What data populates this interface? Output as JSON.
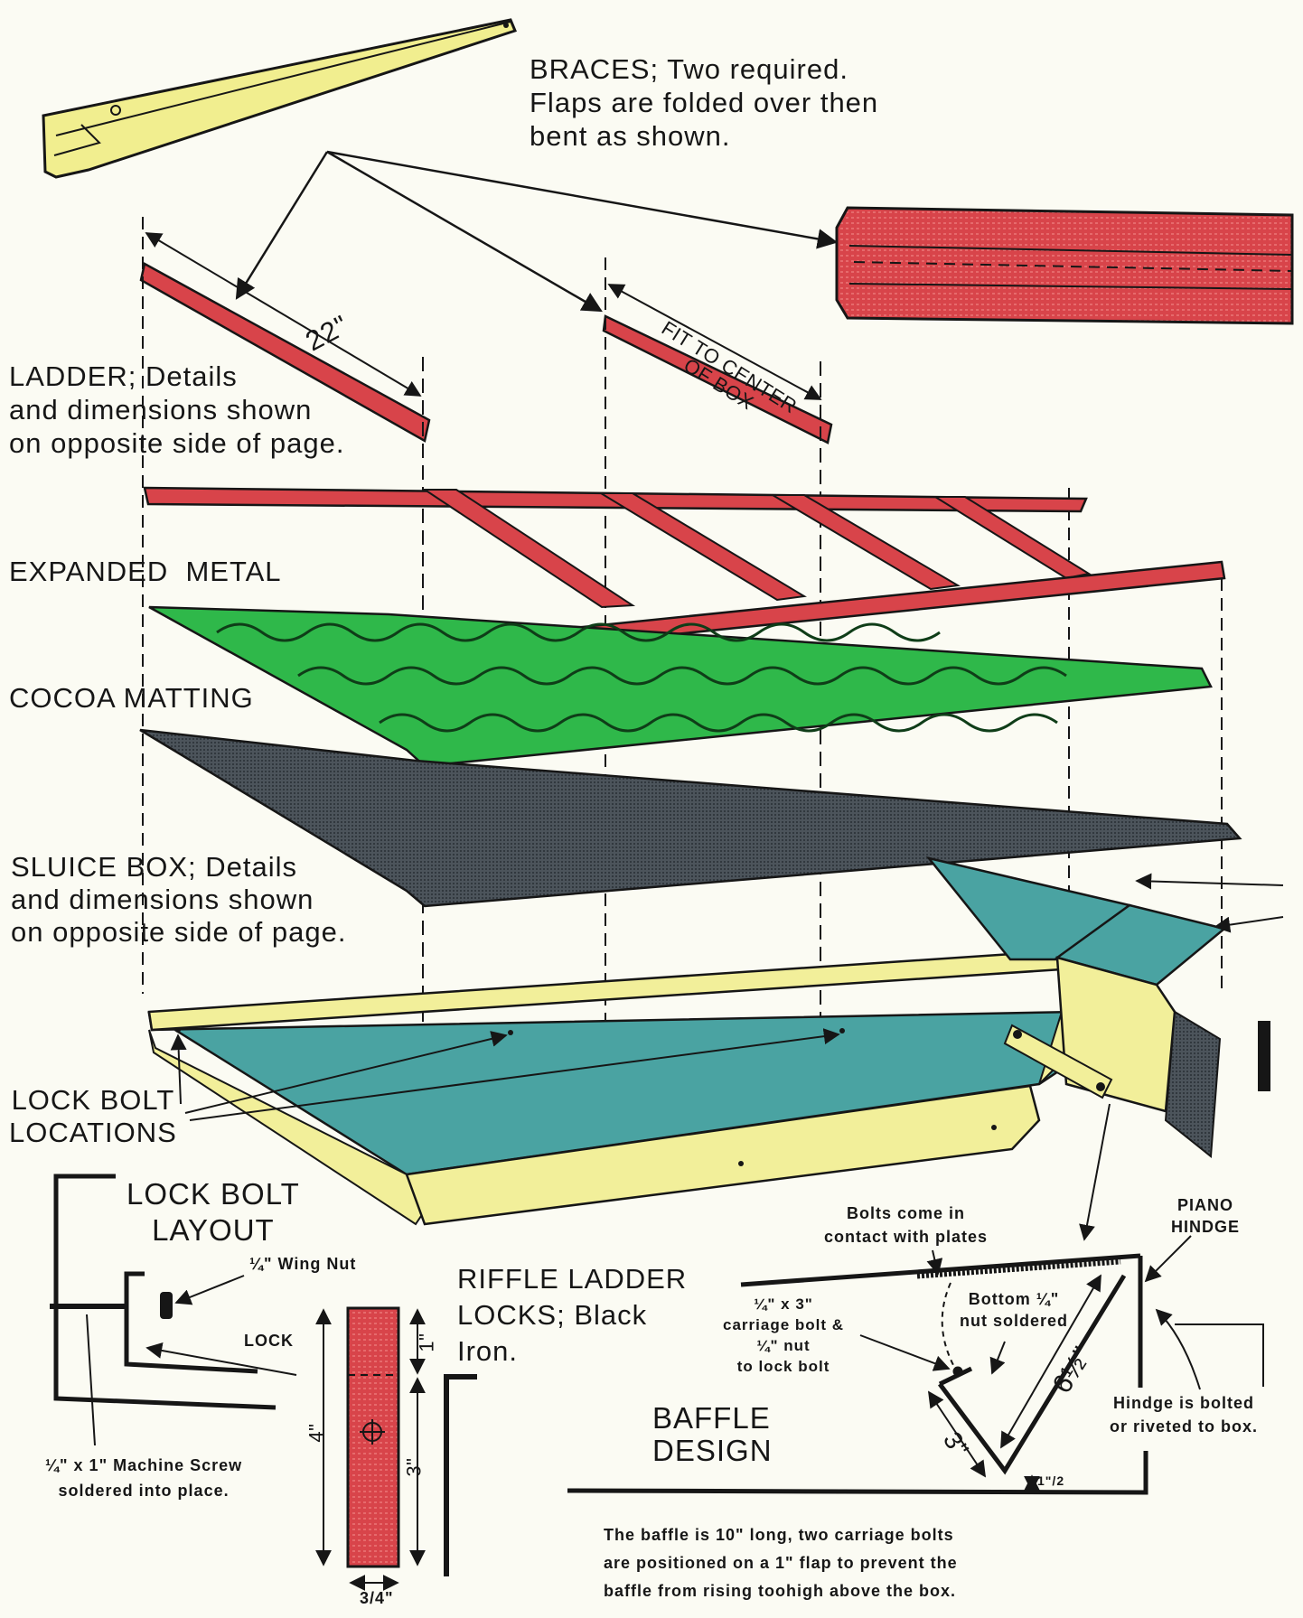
{
  "labels": {
    "braces": [
      "BRACES; Two required.",
      "Flaps are folded over then",
      "bent as shown."
    ],
    "ladder": [
      "LADDER; Details",
      "and dimensions shown",
      "on opposite side of page."
    ],
    "expanded_metal": "EXPANDED  METAL",
    "cocoa_matting": "COCOA MATTING",
    "sluice_box": [
      "SLUICE BOX; Details",
      "and dimensions shown",
      "on opposite side of page."
    ],
    "lock_bolt_locations": [
      "LOCK BOLT",
      "LOCATIONS"
    ],
    "lock_bolt_layout": [
      "LOCK BOLT",
      "LAYOUT"
    ],
    "wing_nut": "¼\" Wing Nut",
    "lock": "LOCK",
    "machine_screw": [
      "¼\" x 1\" Machine Screw",
      "soldered into place."
    ],
    "riffle_ladder_locks": [
      "RIFFLE LADDER",
      "LOCKS; Black",
      "Iron."
    ],
    "bolts_contact": [
      "Bolts come in",
      "contact with plates"
    ],
    "piano_hinge": [
      "PIANO",
      "HINDGE"
    ],
    "bottom_nut": [
      "Bottom ¼\"",
      "nut soldered"
    ],
    "carriage_bolt": [
      "¼\" x 3\"",
      "carriage bolt &",
      "¼\" nut",
      "to lock bolt"
    ],
    "hinge_bolted": [
      "Hindge is bolted",
      "or riveted to box."
    ],
    "baffle_design": [
      "BAFFLE",
      "DESIGN"
    ],
    "baffle_note": [
      "The baffle is 10\" long, two carriage bolts",
      "are positioned on a 1\" flap to prevent the",
      "baffle from rising toohigh above the box."
    ]
  },
  "dimensions": {
    "ladder_length": "22\"",
    "fit_center": [
      "FIT TO CENTER",
      "OF BOX"
    ],
    "lock_4": "4\"",
    "lock_1": "1\"",
    "lock_3": "3\"",
    "lock_width": "3/4\"",
    "baffle_6_5": "6½\"",
    "baffle_3": "3\"",
    "baffle_half": "1\"/2"
  },
  "colors": {
    "red": "#d8444a",
    "green": "#2fb84a",
    "yellow": "#f2ef9a",
    "teal": "#4aa3a2",
    "matting": "#3a4148",
    "ink": "#161616"
  }
}
